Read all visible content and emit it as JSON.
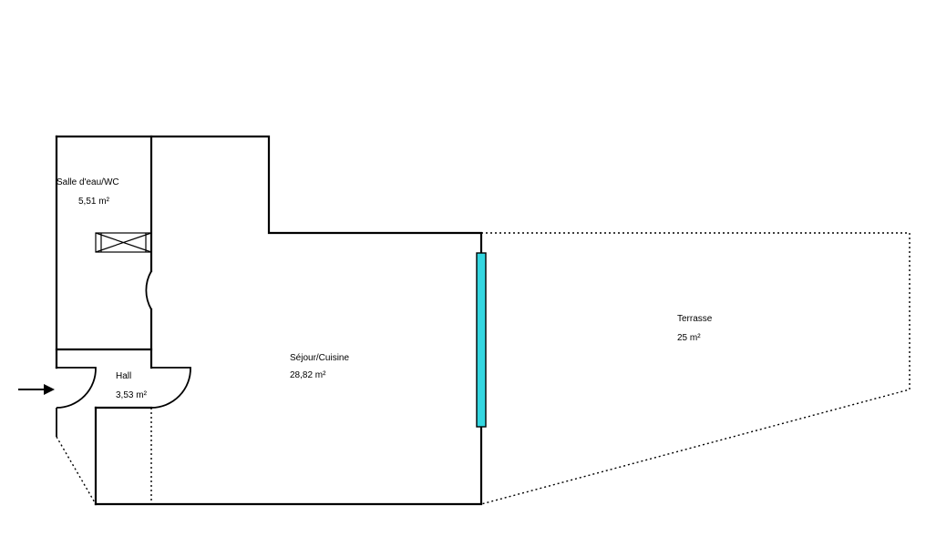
{
  "rooms": {
    "salle_eau": {
      "name": "Salle d'eau/WC",
      "area": "5,51  m²"
    },
    "sejour": {
      "name": "Séjour/Cuisine",
      "area": "28,82  m²"
    },
    "hall": {
      "name": "Hall",
      "area": "3,53  m²"
    },
    "terrasse": {
      "name": "Terrasse",
      "area": "25  m²"
    }
  },
  "colors": {
    "window": "#33d6e0",
    "wall": "#000000"
  },
  "icons": {
    "entrance": "entrance-arrow-icon",
    "ventilation": "ventilation-box-icon"
  }
}
